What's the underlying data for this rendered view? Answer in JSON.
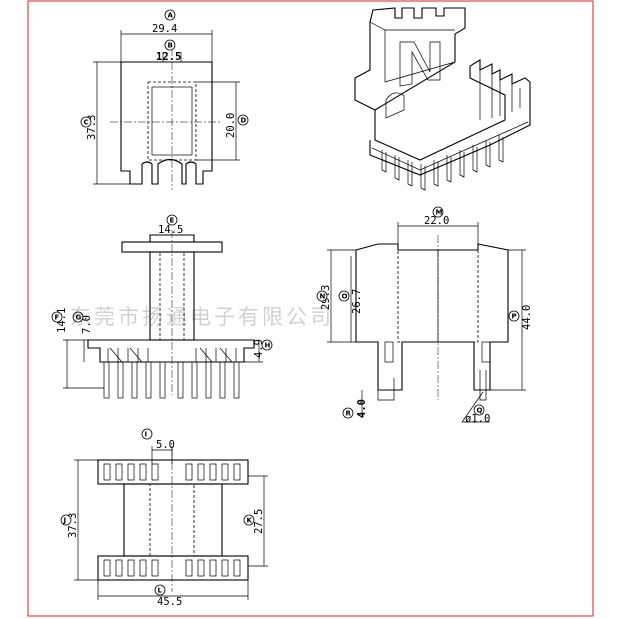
{
  "watermark": "东莞市扬通电子有限公司",
  "colors": {
    "frame": "#d42020",
    "line": "#000000"
  },
  "top_view": {
    "A": {
      "tag": "A",
      "value": "29.4"
    },
    "B": {
      "tag": "B",
      "value": "12.5"
    },
    "C": {
      "tag": "C",
      "value": "37.3"
    },
    "D": {
      "tag": "D",
      "value": "20.0"
    }
  },
  "front_view": {
    "E": {
      "tag": "E",
      "value": "14.5"
    },
    "F": {
      "tag": "F",
      "value": "14.1"
    },
    "G": {
      "tag": "G",
      "value": "7.0"
    },
    "H": {
      "tag": "H",
      "value": "4.9"
    }
  },
  "side_view": {
    "M": {
      "tag": "M",
      "value": "22.0"
    },
    "N": {
      "tag": "N",
      "value": "29.3"
    },
    "O": {
      "tag": "O",
      "value": "26.7"
    },
    "P": {
      "tag": "P",
      "value": "44.0"
    },
    "R": {
      "tag": "R",
      "value": "4.0"
    },
    "Q": {
      "tag": "Q",
      "value": "ø1.0"
    }
  },
  "bottom_view": {
    "I": {
      "tag": "I",
      "value": "5.0"
    },
    "J": {
      "tag": "J",
      "value": "37.3"
    },
    "K": {
      "tag": "K",
      "value": "27.5"
    },
    "L": {
      "tag": "L",
      "value": "45.5"
    }
  }
}
